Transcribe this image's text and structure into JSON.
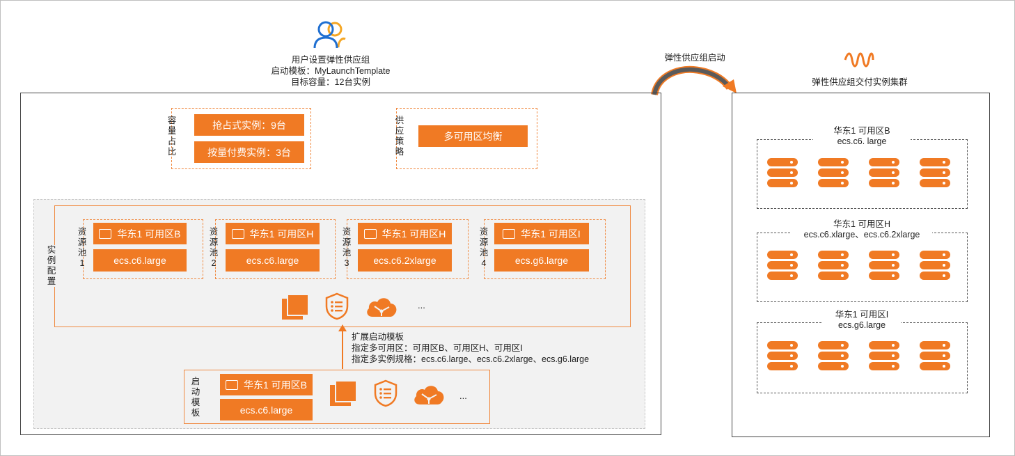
{
  "header": {
    "user_line1": "用户设置弹性供应组",
    "user_line2": "启动模板：MyLaunchTemplate",
    "user_line3": "目标容量：12台实例",
    "launch_label": "弹性供应组启动",
    "cluster_title": "弹性供应组交付实例集群"
  },
  "capacity": {
    "label": "容\n量\n占\n比",
    "spot": "抢占式实例：9台",
    "ondemand": "按量付费实例：3台"
  },
  "strategy": {
    "label": "供\n应\n策\n略",
    "value": "多可用区均衡"
  },
  "instance_config": {
    "label": "实\n例\n配\n置",
    "pools": [
      {
        "label": "资\n源\n池\n1",
        "zone": "华东1 可用区B",
        "type": "ecs.c6.large"
      },
      {
        "label": "资\n源\n池\n2",
        "zone": "华东1 可用区H",
        "type": "ecs.c6.large"
      },
      {
        "label": "资\n源\n池\n3",
        "zone": "华东1 可用区H",
        "type": "ecs.c6.2xlarge"
      },
      {
        "label": "资\n源\n池\n4",
        "zone": "华东1 可用区I",
        "type": "ecs.g6.large"
      }
    ],
    "more": "..."
  },
  "extend": {
    "line1": "扩展启动模板",
    "line2": "指定多可用区：可用区B、可用区H、可用区I",
    "line3": "指定多实例规格：ecs.c6.large、ecs.c6.2xlarge、ecs.g6.large"
  },
  "launch_template": {
    "label": "启\n动\n模\n板",
    "zone": "华东1 可用区B",
    "type": "ecs.c6.large",
    "more": "..."
  },
  "clusters": [
    {
      "zone": "华东1 可用区B",
      "types": "ecs.c6. large"
    },
    {
      "zone": "华东1 可用区H",
      "types": "ecs.c6.xlarge、ecs.c6.2xlarge"
    },
    {
      "zone": "华东1 可用区I",
      "types": "ecs.g6.large"
    }
  ],
  "colors": {
    "accent": "#f07a24",
    "user_blue": "#1f6fd1",
    "user_orange": "#f5a623"
  }
}
